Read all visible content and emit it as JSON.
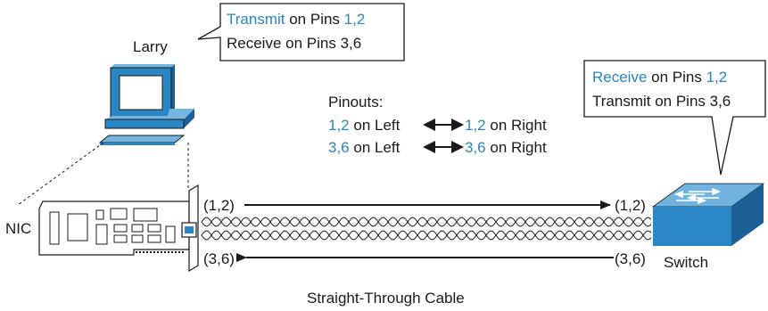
{
  "colors": {
    "accent": "#2a86c4",
    "switch_blue": "#2a86c4",
    "pc_blue": "#2a86c4",
    "line": "#1a1a1a"
  },
  "labels": {
    "larry": "Larry",
    "nic": "NIC",
    "switch": "Switch",
    "caption": "Straight-Through Cable",
    "left_top_pins": "(1,2)",
    "left_bottom_pins": "(3,6)",
    "right_top_pins": "(1,2)",
    "right_bottom_pins": "(3,6)"
  },
  "callout_pc": {
    "line1_verb": "Transmit",
    "line1_mid": " on Pins ",
    "line1_pins": "1,2",
    "line2": "Receive on Pins 3,6"
  },
  "callout_switch": {
    "line1_verb": "Receive",
    "line1_mid": " on Pins ",
    "line1_pins": "1,2",
    "line2": "Transmit on Pins 3,6"
  },
  "pinouts": {
    "title": "Pinouts:",
    "row1_left_pins": "1,2",
    "row1_left_text": " on Left",
    "row1_right_pins": "1,2",
    "row1_right_text": " on Right",
    "row2_left_pins": "3,6",
    "row2_left_text": " on Left",
    "row2_right_pins": "3,6",
    "row2_right_text": " on Right"
  },
  "icons": [
    "pc-icon",
    "nic-card-icon",
    "switch-icon",
    "double-arrow-icon",
    "twisted-pair-cable"
  ]
}
